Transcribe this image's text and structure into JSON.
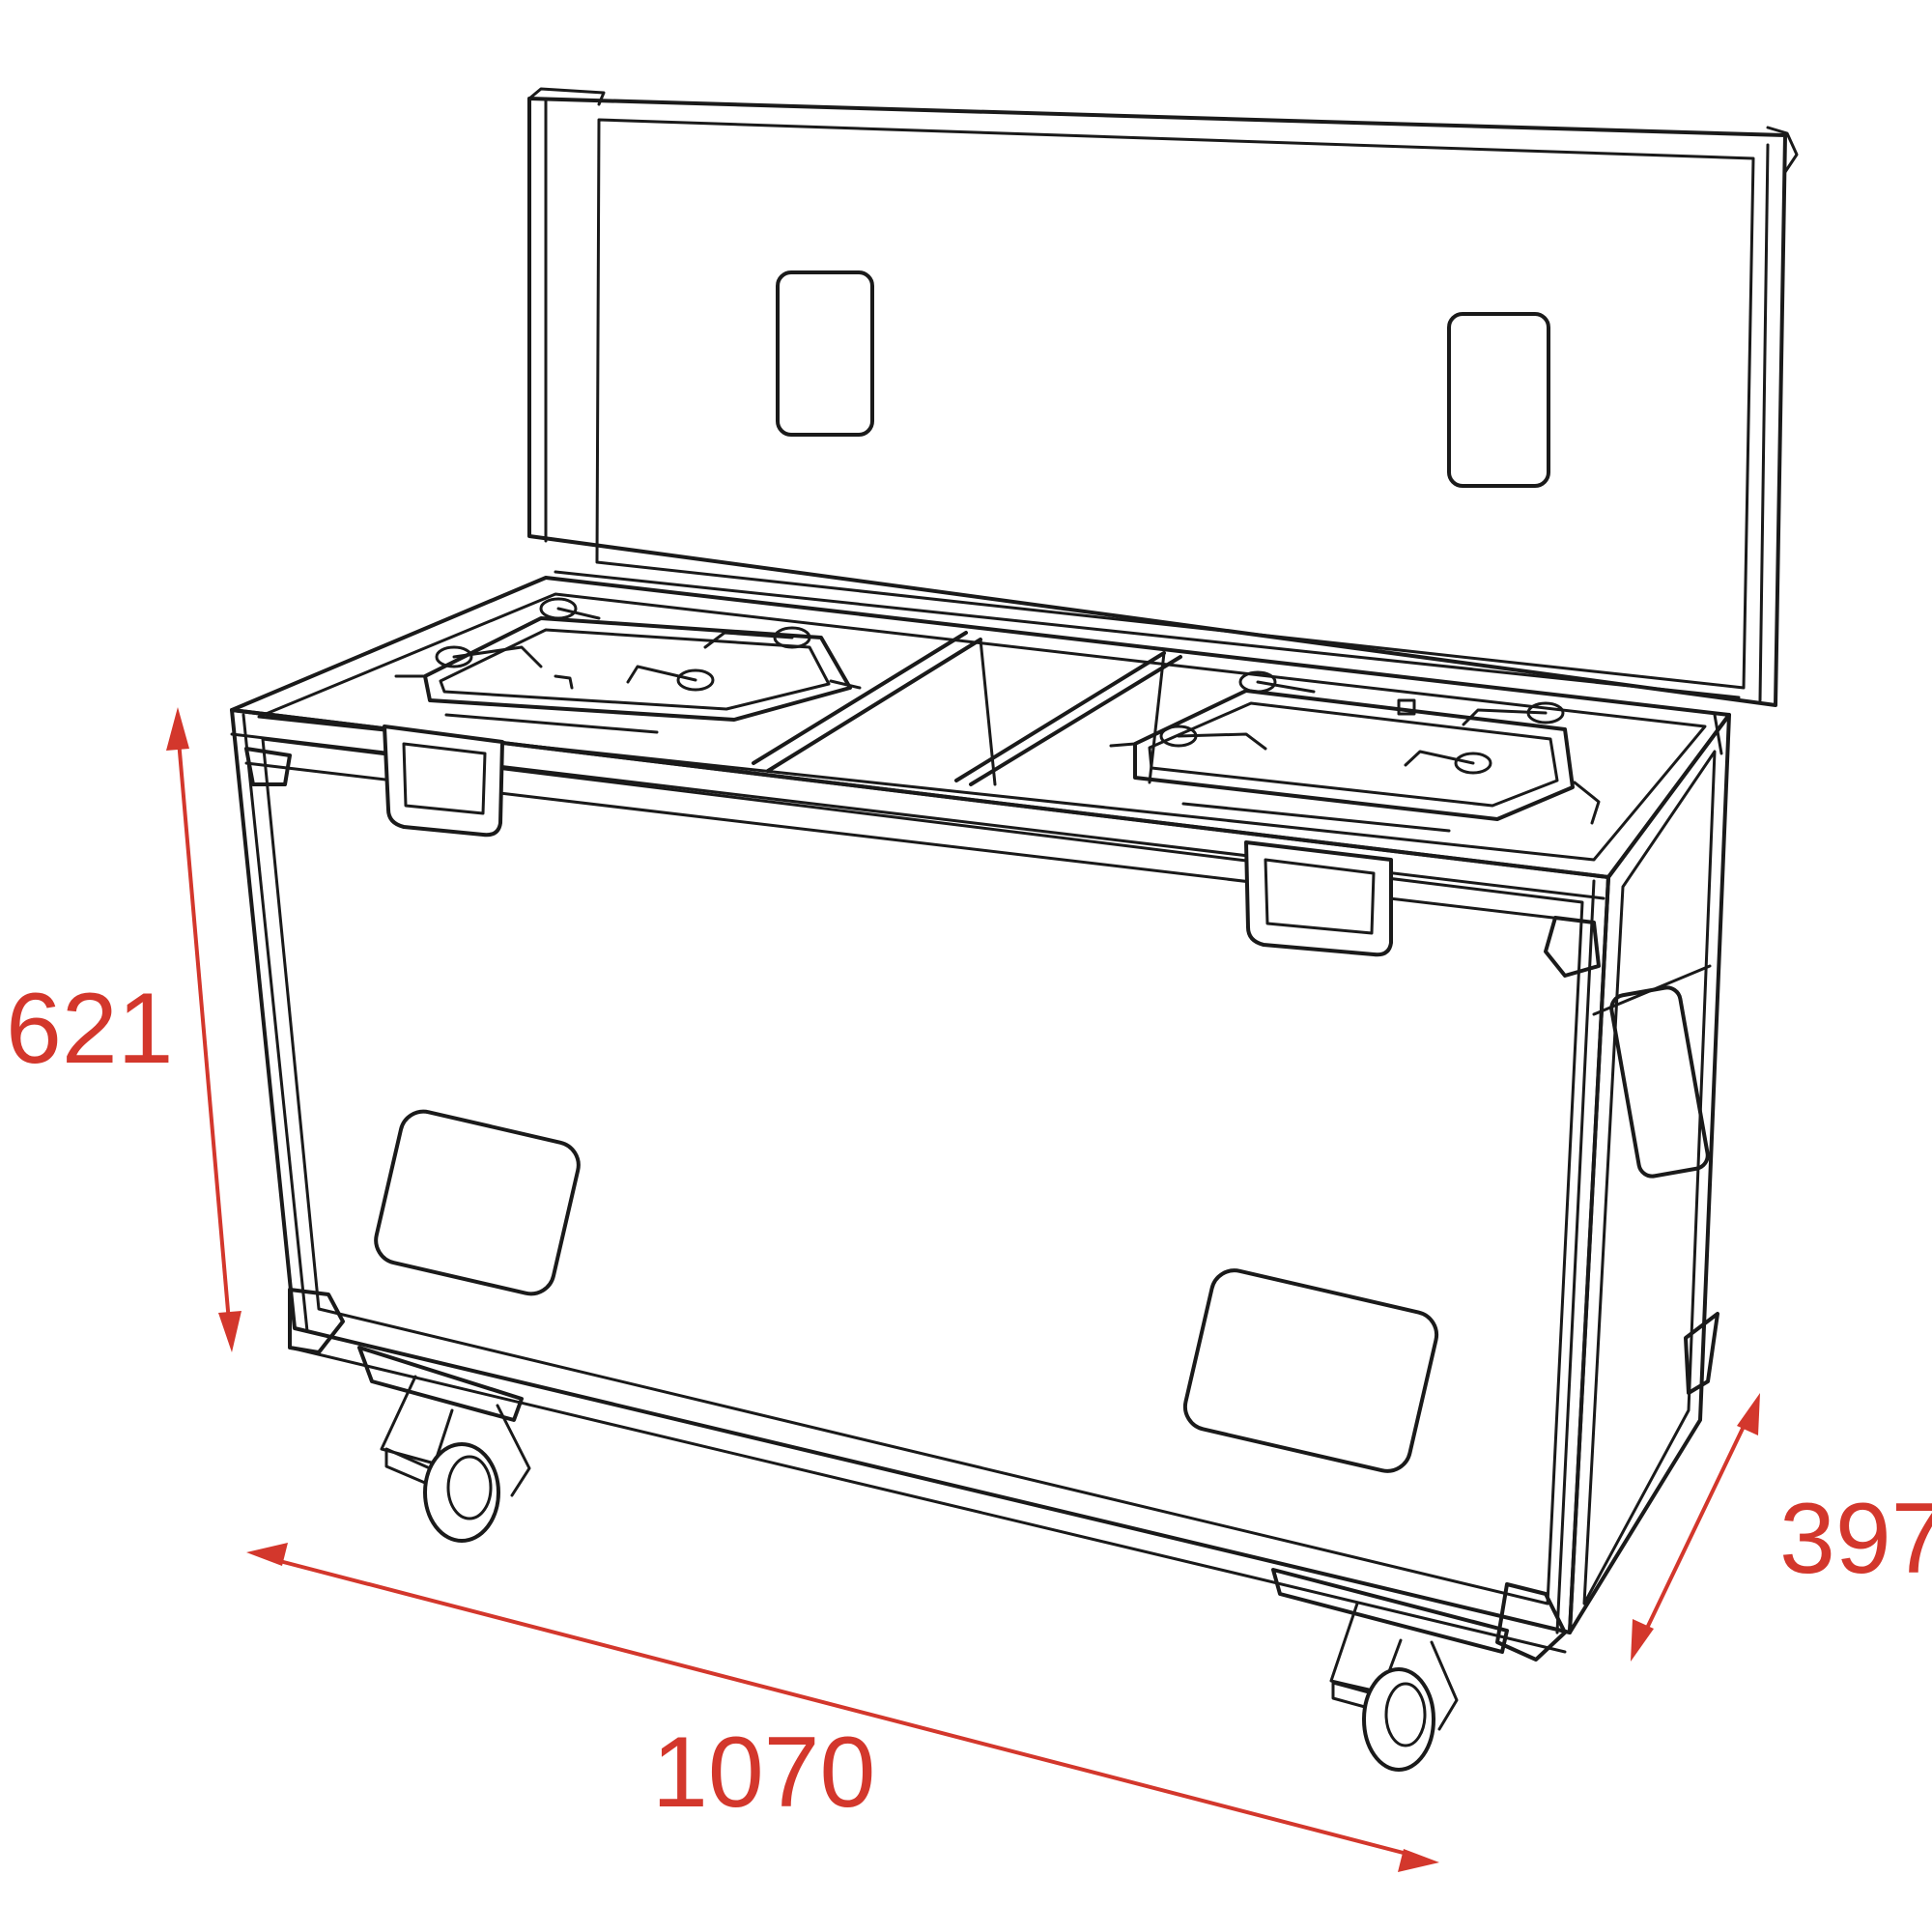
{
  "colors": {
    "dimension": "#d3372c",
    "outline": "#1a1a1a",
    "background": "#ffffff"
  },
  "dimensions": {
    "height": "621",
    "width": "1070",
    "depth": "397"
  }
}
